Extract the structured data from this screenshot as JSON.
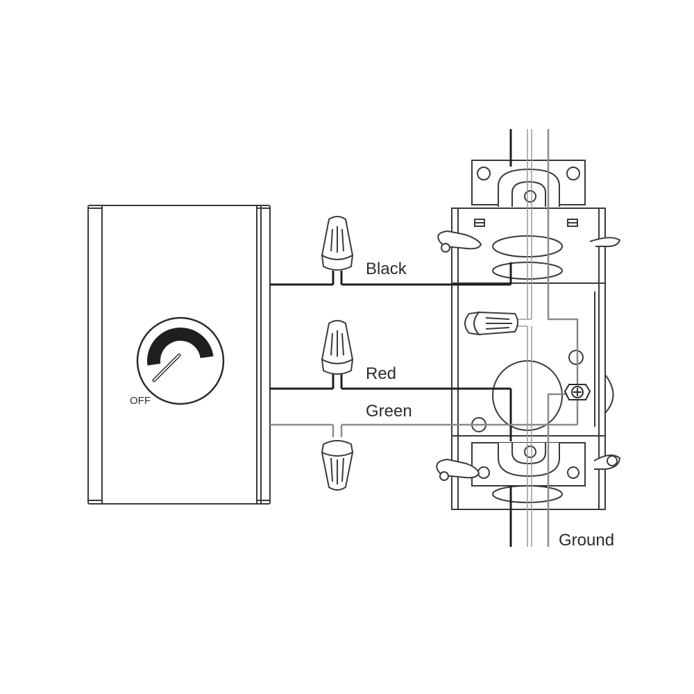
{
  "labels": {
    "black": "Black",
    "red": "Red",
    "green": "Green",
    "ground": "Ground",
    "off": "OFF"
  },
  "colors": {
    "line": "#3a3a3a",
    "wire_dark": "#1e1e1e",
    "wire_light": "#8a8a8a",
    "background": "#ffffff"
  },
  "icons": {
    "dimmer": "rotary-dimmer-icon",
    "wire_nut": "wire-nut-icon",
    "box": "electrical-box-icon",
    "ground_screw": "ground-screw-icon"
  }
}
